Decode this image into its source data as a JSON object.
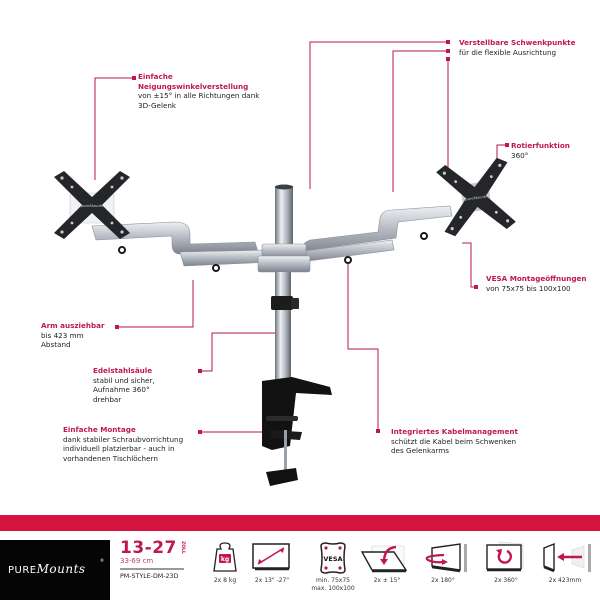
{
  "colors": {
    "accent": "#c0184b",
    "line": "#b81a45",
    "redbar": "#d5143f",
    "brand_bg": "#050505"
  },
  "callouts": {
    "tilt": {
      "title": "Einfache\nNeigungswinkelverstellung",
      "title_line1": "Einfache",
      "title_line2": "Neigungswinkelverstellung",
      "desc": "von  ±15° in alle Richtungen dank\n3D-Gelenk"
    },
    "swivel": {
      "title": "Verstellbare Schwenkpunkte",
      "desc": "für die flexible Ausrichtung"
    },
    "rotate": {
      "title": "Rotierfunktion",
      "desc": "360°"
    },
    "vesa": {
      "title": "VESA Montageöffnungen",
      "desc": "von 75x75 bis 100x100"
    },
    "arm": {
      "title": "Arm ausziehbar",
      "desc": "bis 423 mm\nAbstand"
    },
    "pole": {
      "title": "Edelstahlsäule",
      "desc": "stabil und sicher,\nAufnahme 360°\ndrehbar"
    },
    "mount": {
      "title": "Einfache Montage",
      "desc": "dank stabiler Schraubvorrichtung\nindividuell platzierbar - auch in\nvorhandenen Tischlöchern"
    },
    "cable": {
      "title": "Integriertes Kabelmanagement",
      "desc": "schützt die Kabel beim Schwenken\ndes Gelenkarms"
    }
  },
  "footer": {
    "brand": {
      "pure": "PURE",
      "script": "Mounts",
      "reg": "®"
    },
    "size": {
      "range": "13-27",
      "unit": "ZOLL",
      "cm": "33-69 cm",
      "model": "PM-STYLE-DM-23D"
    },
    "features": [
      {
        "icon": "weight-kg-icon",
        "label": "2x 8 kg"
      },
      {
        "icon": "screen-diagonal-icon",
        "label": "2x 13\" -27\""
      },
      {
        "icon": "vesa-icon",
        "label": "min. 75x75\nmax. 100x100"
      },
      {
        "icon": "tilt-icon",
        "label": "2x ± 15°"
      },
      {
        "icon": "swivel-180-icon",
        "label": "2x 180°"
      },
      {
        "icon": "rotate-360-icon",
        "label": "2x 360°"
      },
      {
        "icon": "extend-arm-icon",
        "label": "2x 423mm"
      }
    ],
    "vesa_text": "VESA",
    "kg_text": "kg"
  }
}
